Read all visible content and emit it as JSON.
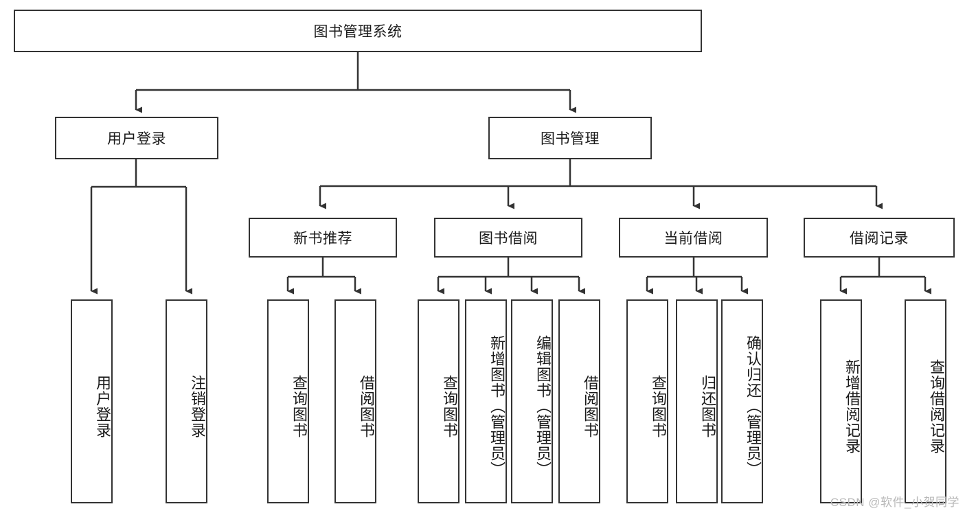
{
  "diagram": {
    "title": "图书管理系统",
    "type": "tree-hierarchy-diagram",
    "theme": {
      "border_color": "#333333",
      "fill_color": "#ffffff",
      "text_color": "#1a1a1a",
      "connector_color": "#333333",
      "watermark_color": "#b8b8b8"
    },
    "nodes": {
      "root": {
        "label": "图书管理系统",
        "level": 1
      },
      "l2": [
        {
          "id": "user-login",
          "label": "用户登录",
          "level": 2
        },
        {
          "id": "book-management",
          "label": "图书管理",
          "level": 2
        }
      ],
      "l3": [
        {
          "id": "new-book-recommend",
          "label": "新书推荐",
          "level": 3
        },
        {
          "id": "book-borrow",
          "label": "图书借阅",
          "level": 3
        },
        {
          "id": "current-borrow",
          "label": "当前借阅",
          "level": 3
        },
        {
          "id": "borrow-record",
          "label": "借阅记录",
          "level": 3
        }
      ],
      "leaves": {
        "user-login": [
          {
            "id": "leaf-user-login",
            "label": "用户登录"
          },
          {
            "id": "leaf-user-logout",
            "label": "注销登录"
          }
        ],
        "new-book-recommend": [
          {
            "id": "leaf-query-book-1",
            "label": "查询图书"
          },
          {
            "id": "leaf-borrow-book-1",
            "label": "借阅图书"
          }
        ],
        "book-borrow": [
          {
            "id": "leaf-query-book-2",
            "label": "查询图书"
          },
          {
            "id": "leaf-add-book",
            "label": "新增图书（管理员）"
          },
          {
            "id": "leaf-edit-book",
            "label": "编辑图书（管理员）"
          },
          {
            "id": "leaf-borrow-book-2",
            "label": "借阅图书"
          }
        ],
        "current-borrow": [
          {
            "id": "leaf-query-book-3",
            "label": "查询图书"
          },
          {
            "id": "leaf-return-book",
            "label": "归还图书"
          },
          {
            "id": "leaf-confirm-return",
            "label": "确认归还（管理员）"
          }
        ],
        "borrow-record": [
          {
            "id": "leaf-add-record",
            "label": "新增借阅记录"
          },
          {
            "id": "leaf-query-record",
            "label": "查询借阅记录"
          }
        ]
      }
    },
    "watermark": "CSDN @软件_小贺同学"
  }
}
